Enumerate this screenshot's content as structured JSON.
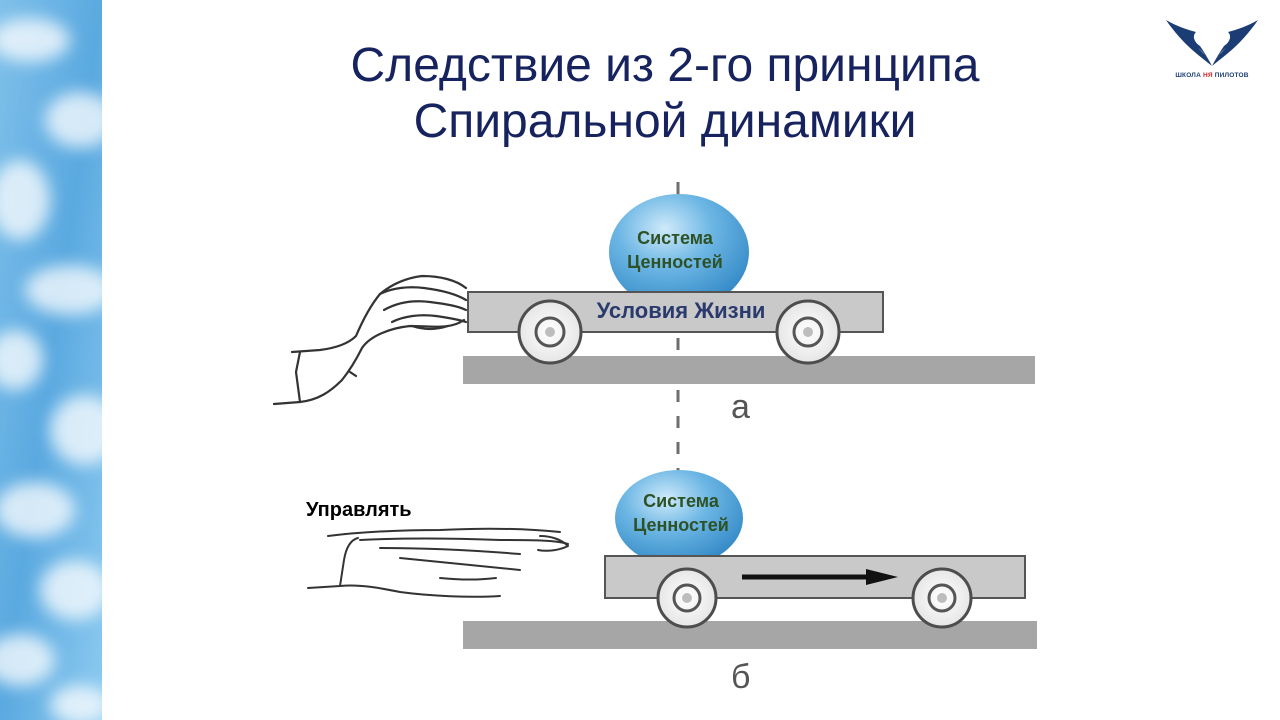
{
  "slide": {
    "title_line1": "Следствие из 2-го принципа",
    "title_line2": "Спиральной динамики"
  },
  "logo": {
    "icon": "wings-logo-icon",
    "text_prefix": "ШКОЛА ",
    "text_accent": "НЯ",
    "text_suffix": " ПИЛОТОВ",
    "colors": {
      "primary": "#1b3d74",
      "accent": "#d2232a"
    }
  },
  "diagram_a": {
    "ball_label_line1": "Система",
    "ball_label_line2": "Ценностей",
    "cart_label": "Условия Жизни",
    "letter": "а"
  },
  "diagram_b": {
    "hand_label": "Управлять",
    "ball_label_line1": "Система",
    "ball_label_line2": "Ценностей",
    "letter": "б"
  },
  "colors": {
    "title": "#16235e",
    "ball_text": "#2e5226",
    "cart_text": "#2a3a6d",
    "ball": "#3e9ad4",
    "cart": "#c9c9c9",
    "ground": "#a6a6a6"
  }
}
